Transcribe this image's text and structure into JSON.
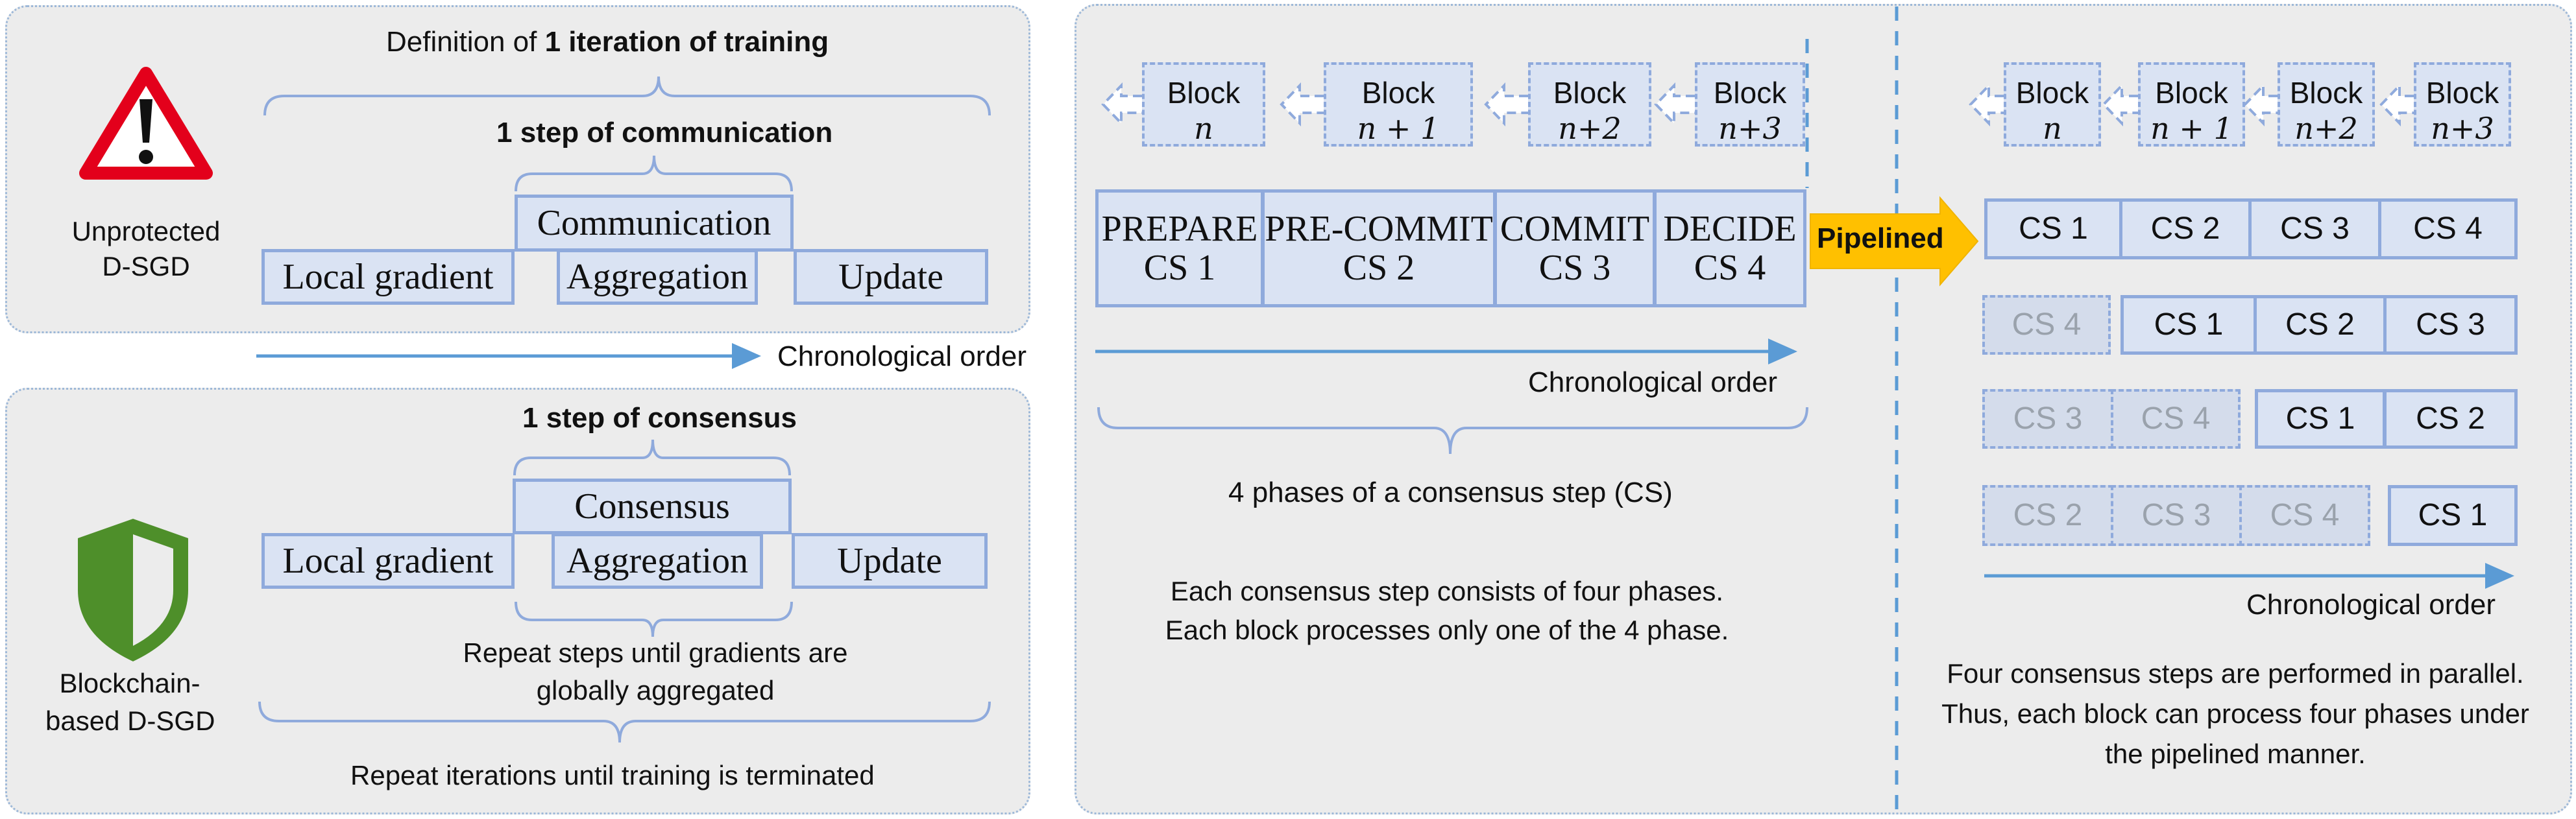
{
  "left_top": {
    "definition_prefix": "Definition of ",
    "definition_bold": "1 iteration of training",
    "step_comm": "1 step of communication",
    "label_line1": "Unprotected",
    "label_line2": "D-SGD",
    "local_gradient": "Local gradient",
    "communication": "Communication",
    "aggregation": "Aggregation",
    "update": "Update",
    "warning_icon": "warning-triangle-icon",
    "chrono": "Chronological order"
  },
  "left_bottom": {
    "step_consensus": "1 step of consensus",
    "label_line1": "Blockchain-",
    "label_line2": "based D-SGD",
    "local_gradient": "Local gradient",
    "consensus": "Consensus",
    "aggregation": "Aggregation",
    "update": "Update",
    "repeat_steps_1": "Repeat steps until gradients are",
    "repeat_steps_2": "globally aggregated",
    "repeat_iter": "Repeat iterations until training is terminated",
    "shield_icon": "shield-icon"
  },
  "middle": {
    "blocks": [
      {
        "label": "Block",
        "n": "n"
      },
      {
        "label": "Block",
        "n": "n + 1"
      },
      {
        "label": "Block",
        "n": "n+2"
      },
      {
        "label": "Block",
        "n": "n+3"
      }
    ],
    "phases": [
      {
        "name": "PREPARE",
        "cs": "CS 1"
      },
      {
        "name": "PRE-COMMIT",
        "cs": "CS 2"
      },
      {
        "name": "COMMIT",
        "cs": "CS 3"
      },
      {
        "name": "DECIDE",
        "cs": "CS 4"
      }
    ],
    "chrono": "Chronological order",
    "phases_caption": "4 phases of a consensus step (CS)",
    "desc1": "Each consensus step consists of four phases.",
    "desc2": "Each block processes only one of the 4 phase."
  },
  "pipelined": "Pipelined",
  "right": {
    "blocks": [
      {
        "label": "Block",
        "n": "n"
      },
      {
        "label": "Block",
        "n": "n + 1"
      },
      {
        "label": "Block",
        "n": "n+2"
      },
      {
        "label": "Block",
        "n": "n+3"
      }
    ],
    "rows": [
      [
        "CS 1",
        "CS 2",
        "CS 3",
        "CS 4"
      ],
      [
        "CS 4",
        "CS 1",
        "CS 2",
        "CS 3"
      ],
      [
        "CS 3",
        "CS 4",
        "CS 1",
        "CS 2"
      ],
      [
        "CS 2",
        "CS 3",
        "CS 4",
        "CS 1"
      ]
    ],
    "chrono": "Chronological order",
    "desc1": "Four consensus steps are performed in parallel.",
    "desc2": "Thus, each block can process four phases under",
    "desc3": "the pipelined manner."
  },
  "colors": {
    "panel_bg": "#ececec",
    "box_fill": "#dae3f3",
    "box_border": "#8faadc",
    "arrow": "#5b9bd5",
    "warning": "#e3001b",
    "shield": "#4e8f2a",
    "pipelined": "#ffc000"
  }
}
